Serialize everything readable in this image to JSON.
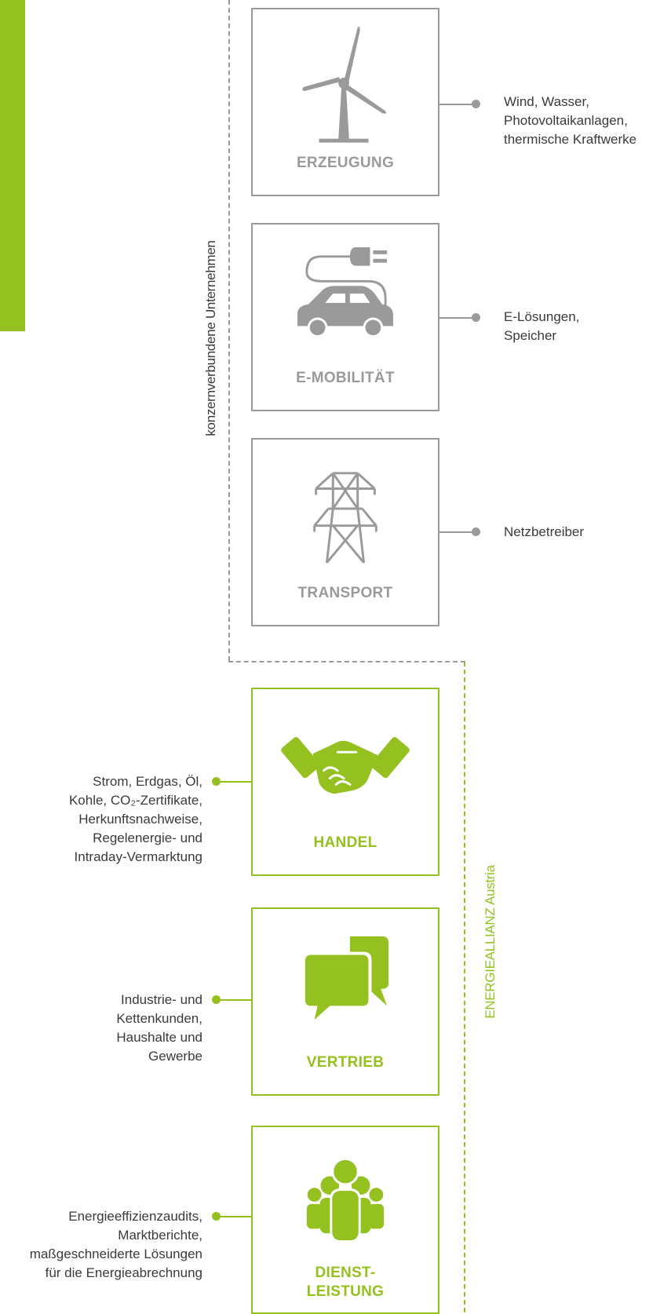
{
  "group_labels": {
    "konzern": "konzernverbundene Unternehmen",
    "allianz": "ENERGIEALLIANZ Austria"
  },
  "colors": {
    "accent_green": "#94c11f",
    "neutral_grey": "#9a9a9a",
    "text": "#3a3a3a"
  },
  "boxes": [
    {
      "title": "ERZEUGUNG",
      "icon": "wind-turbine-icon",
      "description": [
        "Wind, Wasser,",
        "Photovoltaikanlagen,",
        "thermische Kraftwerke"
      ]
    },
    {
      "title": "E-MOBILITÄT",
      "icon": "electric-car-icon",
      "description": [
        "E-Lösungen,",
        "Speicher"
      ]
    },
    {
      "title": "TRANSPORT",
      "icon": "power-pylon-icon",
      "description": [
        "Netzbetreiber"
      ]
    },
    {
      "title": "HANDEL",
      "icon": "handshake-icon",
      "description": [
        "Strom, Erdgas, Öl,",
        "Kohle, CO₂-Zertifikate,",
        "Herkunftsnachweise,",
        "Regelenergie- und",
        "Intraday-Vermarktung"
      ]
    },
    {
      "title": "VERTRIEB",
      "icon": "speech-bubbles-icon",
      "description": [
        "Industrie- und",
        "Kettenkunden,",
        "Haushalte und",
        "Gewerbe"
      ]
    },
    {
      "title_line1": "DIENST-",
      "title_line2": "LEISTUNG",
      "icon": "people-group-icon",
      "description": [
        "Energieeffizienzaudits,",
        "Marktberichte,",
        "maßgeschneiderte Lösungen",
        "für die Energieabrechnung"
      ]
    }
  ]
}
